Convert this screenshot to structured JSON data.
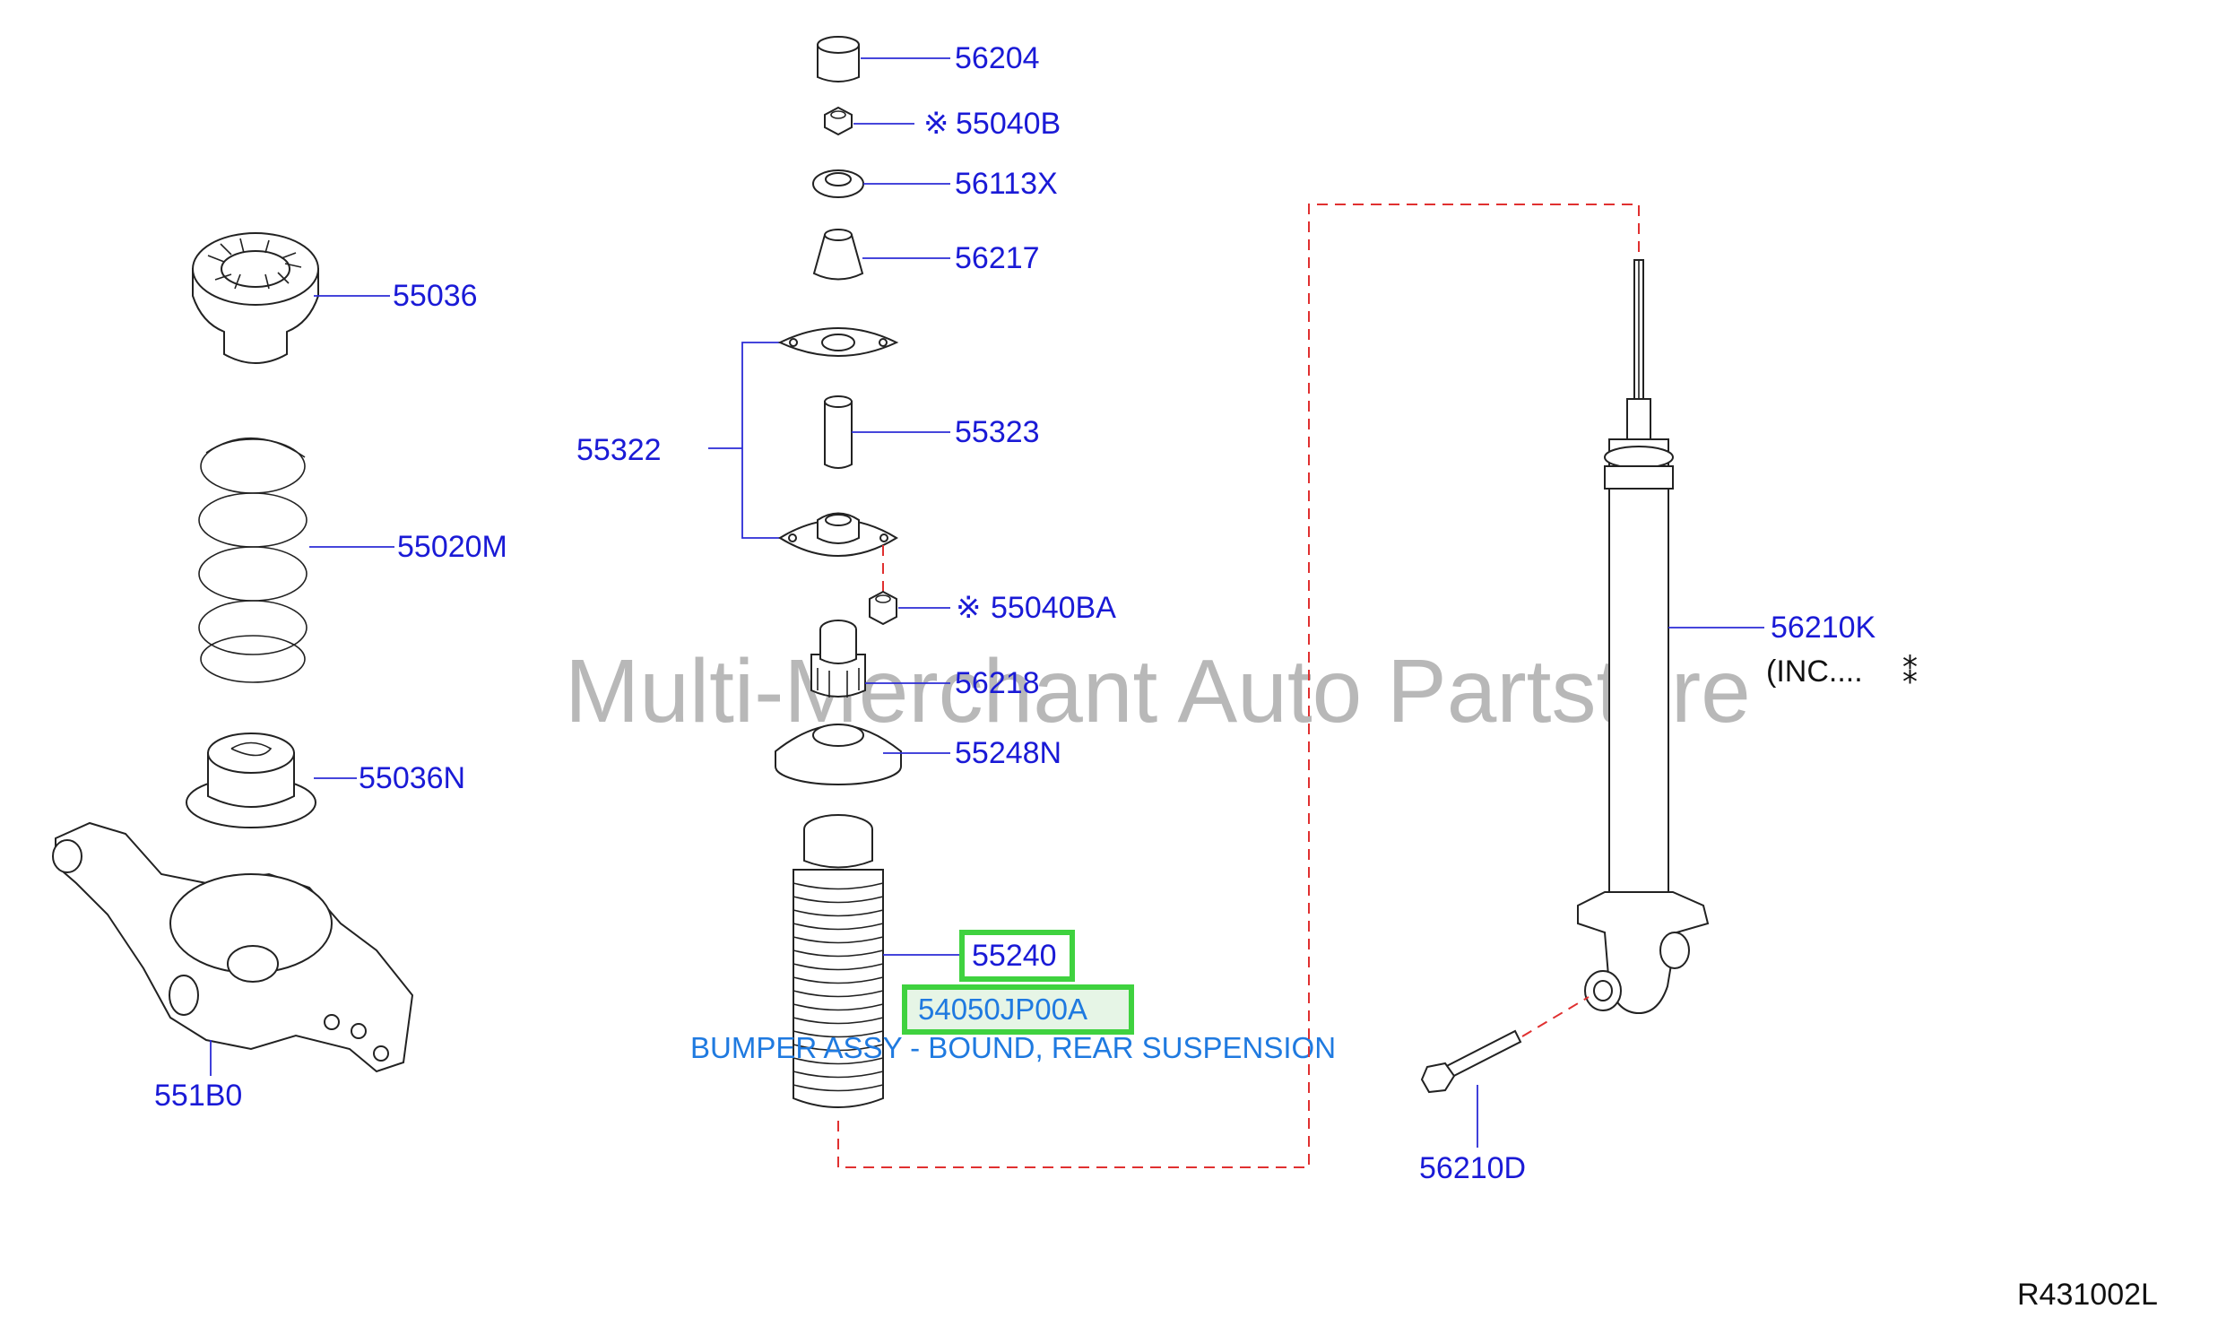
{
  "watermark": "Multi-Merchant Auto Partstore",
  "diagram_ref": "R431002L",
  "parts": {
    "p56204": "56204",
    "p55040B": "55040B",
    "p56113X": "56113X",
    "p56217": "56217",
    "p55036": "55036",
    "p55322": "55322",
    "p55323": "55323",
    "p55020M": "55020M",
    "p55040BA": "55040BA",
    "p56218": "56218",
    "p56210K": "56210K",
    "p56210K_note": "(INC....",
    "p55036N": "55036N",
    "p55248N": "55248N",
    "p55240": "55240",
    "p551B0": "551B0",
    "p56210D": "56210D"
  },
  "callout": {
    "part_number": "54050JP00A",
    "description": "BUMPER ASSY - BOUND, REAR SUSPENSION"
  },
  "symbols": {
    "asterisk": "※",
    "note_mark": "⁑"
  },
  "colors": {
    "label": "#1a1ad6",
    "callout_text": "#1f7ae0",
    "highlight": "#3fd23f",
    "dashed_line": "#e03030"
  }
}
